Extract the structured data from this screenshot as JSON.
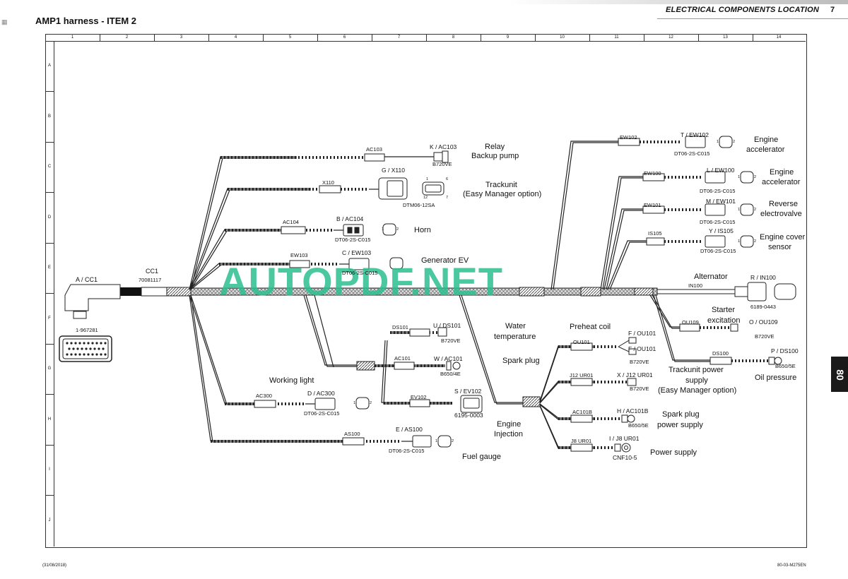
{
  "header": {
    "title": "AMP1 harness - ITEM 2",
    "section": "ELECTRICAL COMPONENTS LOCATION",
    "page": "7"
  },
  "grid": {
    "columns": [
      "1",
      "2",
      "3",
      "4",
      "5",
      "6",
      "7",
      "8",
      "9",
      "10",
      "11",
      "12",
      "13",
      "14"
    ],
    "rows": [
      "A",
      "B",
      "C",
      "D",
      "E",
      "F",
      "G",
      "H",
      "I",
      "J"
    ]
  },
  "side_tab": "80",
  "footer": {
    "date": "(31/08/2018)",
    "ref": "80-03-M275EN"
  },
  "watermark": "AUTOPDF.NET",
  "main_connector": {
    "id": "A / CC1",
    "part": "1-967281",
    "cc_label": "CC1",
    "cc_part": "70081117"
  },
  "branches": {
    "ac103": {
      "wire": "AC103",
      "id": "K / AC103",
      "part": "B720VE",
      "desc_1": "Relay",
      "desc_2": "Backup pump"
    },
    "x110": {
      "wire": "X110",
      "id": "G / X110",
      "part": "DTM06-12SA",
      "desc_1": "Trackunit",
      "desc_2": "(Easy Manager option)",
      "pins": [
        "1",
        "6",
        "12",
        "7"
      ]
    },
    "ac104": {
      "wire": "AC104",
      "id": "B / AC104",
      "part": "DT06-2S-C015",
      "desc_1": "Horn"
    },
    "ew103": {
      "wire": "EW103",
      "id": "C / EW103",
      "part": "DT06-2S-C015",
      "desc_1": "Generator EV"
    },
    "ew102": {
      "wire": "EW102",
      "id": "T / EW102",
      "part": "DT06-2S-C015",
      "desc_1": "Engine",
      "desc_2": "accelerator"
    },
    "ew100": {
      "wire": "EW100",
      "id": "L / EW100",
      "part": "DT06-2S-C015",
      "desc_1": "Engine",
      "desc_2": "accelerator"
    },
    "ew101": {
      "wire": "EW101",
      "id": "M / EW101",
      "part": "DT06-2S-C015",
      "desc_1": "Reverse",
      "desc_2": "electrovalve"
    },
    "is105": {
      "wire": "IS105",
      "id": "Y / IS105",
      "part": "DT06-2S-C015",
      "desc_1": "Engine cover",
      "desc_2": "sensor"
    },
    "in100": {
      "wire": "IN100",
      "id": "R / IN100",
      "part": "6189-0443",
      "desc_1": "Alternator"
    },
    "ou109": {
      "wire": "OU109",
      "id": "O / OU109",
      "part": "B720VE",
      "desc_1": "Starter",
      "desc_2": "excitation"
    },
    "ds100": {
      "wire": "DS100",
      "id": "P / DS100",
      "part": "B650/5E",
      "desc_1": "Oil pressure"
    },
    "trackunit_power": {
      "desc_1": "Trackunit power",
      "desc_2": "supply",
      "desc_3": "(Easy Manager option)"
    },
    "ds101": {
      "wire": "DS101",
      "id": "U / DS101",
      "part": "B720VE",
      "desc_1": "Water",
      "desc_2": "temperature"
    },
    "ac101": {
      "wire": "AC101",
      "id": "W / AC101",
      "part": "B650/4E",
      "desc_1": "Spark plug"
    },
    "ev102": {
      "wire": "EV102",
      "id": "S / EV102",
      "part": "6195-0003",
      "desc_1": "Engine",
      "desc_2": "Injection"
    },
    "ou101": {
      "wire": "OU101",
      "id_1": "F / OU101",
      "id_2": "F / OU101",
      "part": "B720VE",
      "desc_1": "Preheat coil"
    },
    "j12ur01": {
      "wire": "J12 UR01",
      "id": "X / J12 UR01",
      "part": "B720VE"
    },
    "ac101b": {
      "wire": "AC101B",
      "id": "H / AC101B",
      "part": "B650/5E",
      "desc_1": "Spark plug",
      "desc_2": "power supply"
    },
    "j8ur01": {
      "wire": "J8 UR01",
      "id": "I / J8 UR01",
      "part": "CNF10-5",
      "desc_1": "Power supply"
    },
    "ac300": {
      "wire": "AC300",
      "id": "D / AC300",
      "part": "DT06-2S-C015",
      "desc_1": "Working light"
    },
    "as100": {
      "wire": "AS100",
      "id": "E / AS100",
      "part": "DT06-2S-C015",
      "desc_1": "Fuel gauge"
    }
  },
  "pin_numbers": {
    "one": "1",
    "two": "2"
  }
}
